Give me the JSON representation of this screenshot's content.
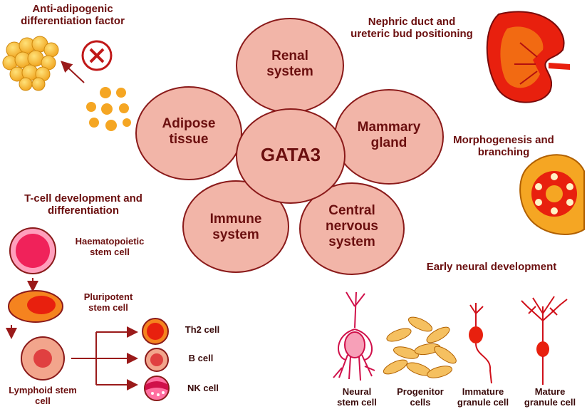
{
  "center": {
    "label": "GATA3"
  },
  "petals": {
    "renal": {
      "line1": "Renal",
      "line2": "system"
    },
    "mammary": {
      "line1": "Mammary",
      "line2": "gland"
    },
    "cns": {
      "line1": "Central",
      "line2": "nervous",
      "line3": "system"
    },
    "immune": {
      "line1": "Immune",
      "line2": "system"
    },
    "adipose": {
      "line1": "Adipose",
      "line2": "tissue"
    }
  },
  "annotations": {
    "adipo_line1": "Anti-adipogenic",
    "adipo_line2": "differentiation factor",
    "nephric_line1": "Nephric duct and",
    "nephric_line2": "ureteric bud positioning",
    "morpho_line1": "Morphogenesis and",
    "morpho_line2": "branching",
    "tcell_line1": "T-cell development and",
    "tcell_line2": "differentiation",
    "neural_title": "Early neural development"
  },
  "tcell": {
    "hsc_line1": "Haematopoietic",
    "hsc_line2": "stem cell",
    "pluri_line1": "Pluripotent",
    "pluri_line2": "stem cell",
    "lymph_line1": "Lymphoid stem",
    "lymph_line2": "cell",
    "th2": "Th2 cell",
    "bcell": "B cell",
    "nkcell": "NK cell"
  },
  "neural": {
    "neural_stem_line1": "Neural",
    "neural_stem_line2": "stem cell",
    "progenitor_line1": "Progenitor",
    "progenitor_line2": "cells",
    "immature_line1": "Immature",
    "immature_line2": "granule cell",
    "mature_line1": "Mature",
    "mature_line2": "granule cell"
  },
  "colors": {
    "petal_fill": "#f2b5a8",
    "petal_stroke": "#8a1a1a",
    "text": "#6b0f0f",
    "arrow": "#9a1a1a",
    "fat": "#f5a623"
  },
  "icons": [
    "kidney-icon",
    "mammary-gland-icon",
    "fat-cells-icon",
    "cross-icon",
    "neuron-icon"
  ]
}
